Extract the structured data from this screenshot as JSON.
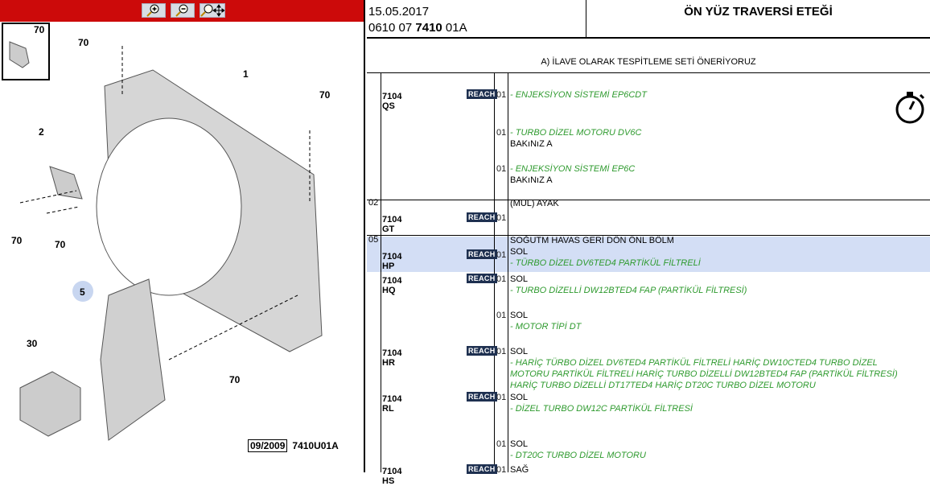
{
  "toolbar": {
    "buttons": [
      {
        "icon": "zoom-in-icon"
      },
      {
        "icon": "zoom-out-icon"
      },
      {
        "icon": "zoom-pan-icon"
      }
    ],
    "color": "#cc0a0a"
  },
  "diagram": {
    "callouts": [
      "70",
      "70",
      "1",
      "70",
      "2",
      "70",
      "70",
      "5",
      "30",
      "70"
    ],
    "inset_label": "70",
    "stamp_date": "09/2009",
    "stamp_ref": "7410U01A"
  },
  "header": {
    "date": "15.05.2017",
    "ref_prefix": "0610 07 ",
    "ref_bold": "7410",
    "ref_suffix": " 01A",
    "title": "ÖN YÜZ TRAVERSİ ETEĞİ"
  },
  "note": "A) İLAVE OLARAK TESPİTLEME SETİ ÖNERİYORUZ",
  "reach_label": "REACH",
  "rows": [
    {
      "idx": "",
      "part": "7104 QS",
      "qty": "01",
      "lines": [
        {
          "t": "- ENJEKSİYON SİSTEMİ EP6CDT",
          "g": true
        }
      ]
    },
    {
      "idx": "",
      "part": "",
      "qty": "01",
      "lines": [
        {
          "t": "- TURBO DİZEL MOTORU DV6C",
          "g": true
        },
        {
          "t": "BAKıNıZ A",
          "g": false
        }
      ]
    },
    {
      "idx": "",
      "part": "",
      "qty": "01",
      "lines": [
        {
          "t": "- ENJEKSİYON SİSTEMİ EP6C",
          "g": true
        },
        {
          "t": "BAKıNıZ A",
          "g": false
        }
      ]
    },
    {
      "idx": "02",
      "part": "7104 GT",
      "qty": "01",
      "lines": [
        {
          "t": "(MUL) AYAK",
          "g": false
        }
      ]
    },
    {
      "idx": "05",
      "part": "7104 HP",
      "qty": "01",
      "lines": [
        {
          "t": "SOĞUTM HAVAS GERİ DÖN ÖNL BÖLM",
          "g": false
        },
        {
          "t": "SOL",
          "g": false
        },
        {
          "t": "- TÜRBO DİZEL DV6TED4 PARTİKÜL FİLTRELİ",
          "g": true
        }
      ]
    },
    {
      "idx": "",
      "part": "7104 HQ",
      "qty": "01",
      "lines": [
        {
          "t": "SOL",
          "g": false
        },
        {
          "t": "- TURBO DİZELLİ DW12BTED4 FAP (PARTİKÜL FİLTRESİ)",
          "g": true
        }
      ]
    },
    {
      "idx": "",
      "part": "",
      "qty": "01",
      "lines": [
        {
          "t": "SOL",
          "g": false
        },
        {
          "t": "- MOTOR TİPİ DT",
          "g": true
        }
      ]
    },
    {
      "idx": "",
      "part": "7104 HR",
      "qty": "01",
      "lines": [
        {
          "t": "SOL",
          "g": false
        },
        {
          "t": "- HARİÇ TÜRBO DİZEL DV6TED4 PARTİKÜL FİLTRELİ HARİÇ DW10CTED4 TURBO DİZEL MOTORU PARTİKÜL FİLTRELİ HARİÇ TURBO DİZELLİ DW12BTED4 FAP (PARTİKÜL FİLTRESİ) HARİÇ TURBO DİZELLİ DT17TED4 HARİÇ DT20C TURBO DİZEL MOTORU",
          "g": true
        }
      ]
    },
    {
      "idx": "",
      "part": "7104 RL",
      "qty": "01",
      "lines": [
        {
          "t": "SOL",
          "g": false
        },
        {
          "t": "- DİZEL TURBO DW12C PARTİKÜL FİLTRESİ",
          "g": true
        }
      ]
    },
    {
      "idx": "",
      "part": "",
      "qty": "01",
      "lines": [
        {
          "t": "SOL",
          "g": false
        },
        {
          "t": "- DT20C TURBO DİZEL MOTORU",
          "g": true
        }
      ]
    },
    {
      "idx": "",
      "part": "7104 HS",
      "qty": "01",
      "lines": [
        {
          "t": "SAĞ",
          "g": false
        }
      ]
    }
  ],
  "highlight_color": "#d3def5"
}
